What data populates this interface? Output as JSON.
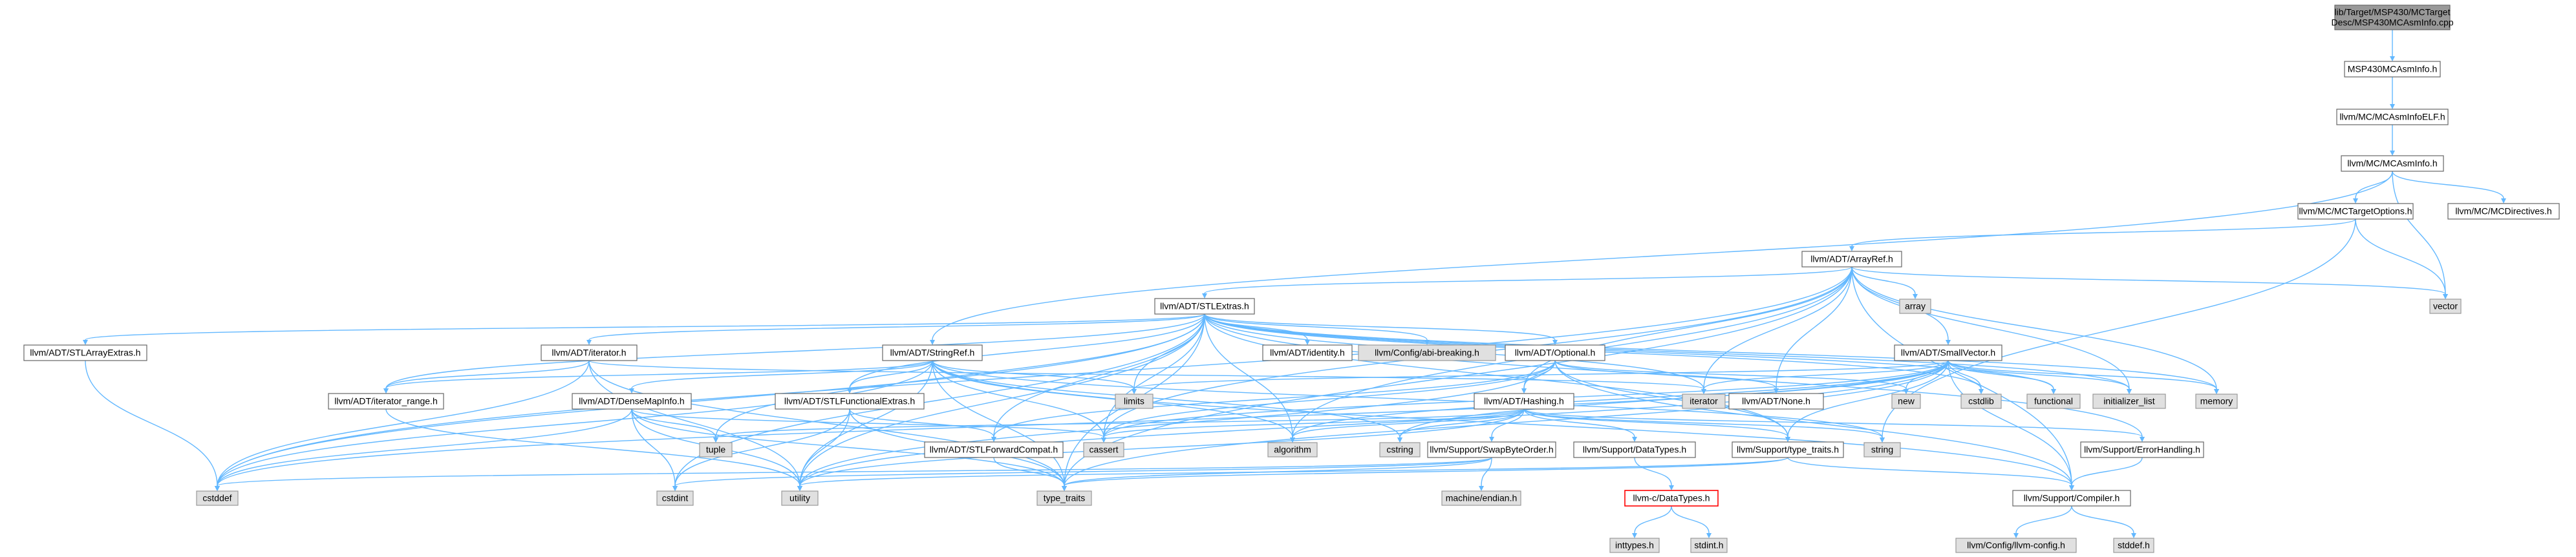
{
  "colors": {
    "edge": "#63b8ff",
    "node_border": "#666666",
    "root_fill": "#999999",
    "external_fill": "#e0e0e0",
    "error_border": "#ff0000"
  },
  "nodes": [
    {
      "id": "root",
      "label": "lib/Target/MSP430/MCTarget\nDesc/MSP430MCAsmInfo.cpp",
      "kind": "root"
    },
    {
      "id": "msp430asminfo",
      "label": "MSP430MCAsmInfo.h",
      "kind": "normal"
    },
    {
      "id": "mcasminfoelf",
      "label": "llvm/MC/MCAsmInfoELF.h",
      "kind": "normal"
    },
    {
      "id": "mcasminfo",
      "label": "llvm/MC/MCAsmInfo.h",
      "kind": "normal"
    },
    {
      "id": "mctargetoptions",
      "label": "llvm/MC/MCTargetOptions.h",
      "kind": "normal"
    },
    {
      "id": "mcdirectives",
      "label": "llvm/MC/MCDirectives.h",
      "kind": "normal"
    },
    {
      "id": "arrayref",
      "label": "llvm/ADT/ArrayRef.h",
      "kind": "normal"
    },
    {
      "id": "vector",
      "label": "vector",
      "kind": "external"
    },
    {
      "id": "array",
      "label": "array",
      "kind": "external"
    },
    {
      "id": "stlextras",
      "label": "llvm/ADT/STLExtras.h",
      "kind": "normal"
    },
    {
      "id": "stlarrayextras",
      "label": "llvm/ADT/STLArrayExtras.h",
      "kind": "normal"
    },
    {
      "id": "adtiterator",
      "label": "llvm/ADT/iterator.h",
      "kind": "normal"
    },
    {
      "id": "stringref",
      "label": "llvm/ADT/StringRef.h",
      "kind": "normal"
    },
    {
      "id": "identity",
      "label": "llvm/ADT/identity.h",
      "kind": "normal"
    },
    {
      "id": "abibreaking",
      "label": "llvm/Config/abi-breaking.h",
      "kind": "external"
    },
    {
      "id": "optional",
      "label": "llvm/ADT/Optional.h",
      "kind": "normal"
    },
    {
      "id": "smallvector",
      "label": "llvm/ADT/SmallVector.h",
      "kind": "normal"
    },
    {
      "id": "memory",
      "label": "memory",
      "kind": "external"
    },
    {
      "id": "initlist",
      "label": "initializer_list",
      "kind": "external"
    },
    {
      "id": "functional",
      "label": "functional",
      "kind": "external"
    },
    {
      "id": "iteratorrange",
      "label": "llvm/ADT/iterator_range.h",
      "kind": "normal"
    },
    {
      "id": "densemapinfo",
      "label": "llvm/ADT/DenseMapInfo.h",
      "kind": "normal"
    },
    {
      "id": "stlfunctional",
      "label": "llvm/ADT/STLFunctionalExtras.h",
      "kind": "normal"
    },
    {
      "id": "limits",
      "label": "limits",
      "kind": "external"
    },
    {
      "id": "hashing",
      "label": "llvm/ADT/Hashing.h",
      "kind": "normal"
    },
    {
      "id": "iterator",
      "label": "iterator",
      "kind": "external"
    },
    {
      "id": "new",
      "label": "new",
      "kind": "external"
    },
    {
      "id": "cstdlib",
      "label": "cstdlib",
      "kind": "external"
    },
    {
      "id": "none",
      "label": "llvm/ADT/None.h",
      "kind": "normal"
    },
    {
      "id": "tuple",
      "label": "tuple",
      "kind": "external"
    },
    {
      "id": "stlforwardcompat",
      "label": "llvm/ADT/STLForwardCompat.h",
      "kind": "normal"
    },
    {
      "id": "cassert",
      "label": "cassert",
      "kind": "external"
    },
    {
      "id": "algorithm",
      "label": "algorithm",
      "kind": "external"
    },
    {
      "id": "swapbyteorder",
      "label": "llvm/Support/SwapByteOrder.h",
      "kind": "normal"
    },
    {
      "id": "cstring",
      "label": "cstring",
      "kind": "external"
    },
    {
      "id": "datatypes",
      "label": "llvm/Support/DataTypes.h",
      "kind": "normal"
    },
    {
      "id": "typetraitsh",
      "label": "llvm/Support/type_traits.h",
      "kind": "normal"
    },
    {
      "id": "string",
      "label": "string",
      "kind": "external"
    },
    {
      "id": "errorhandling",
      "label": "llvm/Support/ErrorHandling.h",
      "kind": "normal"
    },
    {
      "id": "cstddef",
      "label": "cstddef",
      "kind": "external"
    },
    {
      "id": "cstdint",
      "label": "cstdint",
      "kind": "external"
    },
    {
      "id": "utility",
      "label": "utility",
      "kind": "external"
    },
    {
      "id": "type_traits",
      "label": "type_traits",
      "kind": "external"
    },
    {
      "id": "machineendian",
      "label": "machine/endian.h",
      "kind": "external"
    },
    {
      "id": "cdatatypes",
      "label": "llvm-c/DataTypes.h",
      "kind": "error"
    },
    {
      "id": "compiler",
      "label": "llvm/Support/Compiler.h",
      "kind": "normal"
    },
    {
      "id": "inttypes",
      "label": "inttypes.h",
      "kind": "external"
    },
    {
      "id": "stdint",
      "label": "stdint.h",
      "kind": "external"
    },
    {
      "id": "llvmconfig",
      "label": "llvm/Config/llvm-config.h",
      "kind": "external"
    },
    {
      "id": "stddef",
      "label": "stddef.h",
      "kind": "external"
    }
  ],
  "edges": [
    [
      "root",
      "msp430asminfo"
    ],
    [
      "msp430asminfo",
      "mcasminfoelf"
    ],
    [
      "mcasminfoelf",
      "mcasminfo"
    ],
    [
      "mcasminfo",
      "mctargetoptions"
    ],
    [
      "mcasminfo",
      "mcdirectives"
    ],
    [
      "mcasminfo",
      "stringref"
    ],
    [
      "mcasminfo",
      "vector"
    ],
    [
      "mctargetoptions",
      "arrayref"
    ],
    [
      "mctargetoptions",
      "string"
    ],
    [
      "mctargetoptions",
      "vector"
    ],
    [
      "arrayref",
      "stlextras"
    ],
    [
      "arrayref",
      "smallvector"
    ],
    [
      "arrayref",
      "hashing"
    ],
    [
      "arrayref",
      "none"
    ],
    [
      "arrayref",
      "compiler"
    ],
    [
      "arrayref",
      "algorithm"
    ],
    [
      "arrayref",
      "array"
    ],
    [
      "arrayref",
      "cassert"
    ],
    [
      "arrayref",
      "cstddef"
    ],
    [
      "arrayref",
      "initlist"
    ],
    [
      "arrayref",
      "iterator"
    ],
    [
      "arrayref",
      "memory"
    ],
    [
      "arrayref",
      "type_traits"
    ],
    [
      "arrayref",
      "vector"
    ],
    [
      "stlextras",
      "stlarrayextras"
    ],
    [
      "stlextras",
      "adtiterator"
    ],
    [
      "stlextras",
      "identity"
    ],
    [
      "stlextras",
      "abibreaking"
    ],
    [
      "stlextras",
      "optional"
    ],
    [
      "stlextras",
      "stlforwardcompat"
    ],
    [
      "stlextras",
      "stlfunctional"
    ],
    [
      "stlextras",
      "iteratorrange"
    ],
    [
      "stlextras",
      "errorhandling"
    ],
    [
      "stlextras",
      "algorithm"
    ],
    [
      "stlextras",
      "cassert"
    ],
    [
      "stlextras",
      "cstddef"
    ],
    [
      "stlextras",
      "cstdint"
    ],
    [
      "stlextras",
      "cstdlib"
    ],
    [
      "stlextras",
      "functional"
    ],
    [
      "stlextras",
      "initlist"
    ],
    [
      "stlextras",
      "iterator"
    ],
    [
      "stlextras",
      "limits"
    ],
    [
      "stlextras",
      "memory"
    ],
    [
      "stlextras",
      "tuple"
    ],
    [
      "stlextras",
      "type_traits"
    ],
    [
      "stlextras",
      "utility"
    ],
    [
      "stlextras",
      "typetraitsh"
    ],
    [
      "stlarrayextras",
      "cstddef"
    ],
    [
      "adtiterator",
      "iteratorrange"
    ],
    [
      "adtiterator",
      "cstddef"
    ],
    [
      "adtiterator",
      "iterator"
    ],
    [
      "adtiterator",
      "type_traits"
    ],
    [
      "adtiterator",
      "utility"
    ],
    [
      "iteratorrange",
      "utility"
    ],
    [
      "stringref",
      "densemapinfo"
    ],
    [
      "stringref",
      "stlfunctional"
    ],
    [
      "stringref",
      "iteratorrange"
    ],
    [
      "stringref",
      "compiler"
    ],
    [
      "stringref",
      "algorithm"
    ],
    [
      "stringref",
      "cassert"
    ],
    [
      "stringref",
      "cstddef"
    ],
    [
      "stringref",
      "cstring"
    ],
    [
      "stringref",
      "limits"
    ],
    [
      "stringref",
      "string"
    ],
    [
      "stringref",
      "type_traits"
    ],
    [
      "stringref",
      "utility"
    ],
    [
      "densemapinfo",
      "cassert"
    ],
    [
      "densemapinfo",
      "cstddef"
    ],
    [
      "densemapinfo",
      "cstdint"
    ],
    [
      "densemapinfo",
      "tuple"
    ],
    [
      "densemapinfo",
      "type_traits"
    ],
    [
      "densemapinfo",
      "utility"
    ],
    [
      "stlfunctional",
      "stlforwardcompat"
    ],
    [
      "stlfunctional",
      "cstdint"
    ],
    [
      "stlfunctional",
      "type_traits"
    ],
    [
      "stlfunctional",
      "utility"
    ],
    [
      "optional",
      "hashing"
    ],
    [
      "optional",
      "none"
    ],
    [
      "optional",
      "stlforwardcompat"
    ],
    [
      "optional",
      "compiler"
    ],
    [
      "optional",
      "typetraitsh"
    ],
    [
      "optional",
      "cassert"
    ],
    [
      "optional",
      "new"
    ],
    [
      "optional",
      "utility"
    ],
    [
      "smallvector",
      "compiler"
    ],
    [
      "smallvector",
      "typetraitsh"
    ],
    [
      "smallvector",
      "algorithm"
    ],
    [
      "smallvector",
      "cassert"
    ],
    [
      "smallvector",
      "cstddef"
    ],
    [
      "smallvector",
      "cstdlib"
    ],
    [
      "smallvector",
      "cstring"
    ],
    [
      "smallvector",
      "functional"
    ],
    [
      "smallvector",
      "initlist"
    ],
    [
      "smallvector",
      "iterator"
    ],
    [
      "smallvector",
      "limits"
    ],
    [
      "smallvector",
      "memory"
    ],
    [
      "smallvector",
      "new"
    ],
    [
      "smallvector",
      "type_traits"
    ],
    [
      "smallvector",
      "utility"
    ],
    [
      "hashing",
      "errorhandling"
    ],
    [
      "hashing",
      "swapbyteorder"
    ],
    [
      "hashing",
      "datatypes"
    ],
    [
      "hashing",
      "typetraitsh"
    ],
    [
      "hashing",
      "algorithm"
    ],
    [
      "hashing",
      "cassert"
    ],
    [
      "hashing",
      "cstring"
    ],
    [
      "hashing",
      "string"
    ],
    [
      "hashing",
      "tuple"
    ],
    [
      "hashing",
      "utility"
    ],
    [
      "stlforwardcompat",
      "type_traits"
    ],
    [
      "swapbyteorder",
      "cstddef"
    ],
    [
      "swapbyteorder",
      "cstdint"
    ],
    [
      "swapbyteorder",
      "type_traits"
    ],
    [
      "swapbyteorder",
      "machineendian"
    ],
    [
      "datatypes",
      "cdatatypes"
    ],
    [
      "cdatatypes",
      "inttypes"
    ],
    [
      "cdatatypes",
      "stdint"
    ],
    [
      "typetraitsh",
      "compiler"
    ],
    [
      "typetraitsh",
      "type_traits"
    ],
    [
      "typetraitsh",
      "utility"
    ],
    [
      "errorhandling",
      "compiler"
    ],
    [
      "compiler",
      "llvmconfig"
    ],
    [
      "compiler",
      "stddef"
    ]
  ]
}
